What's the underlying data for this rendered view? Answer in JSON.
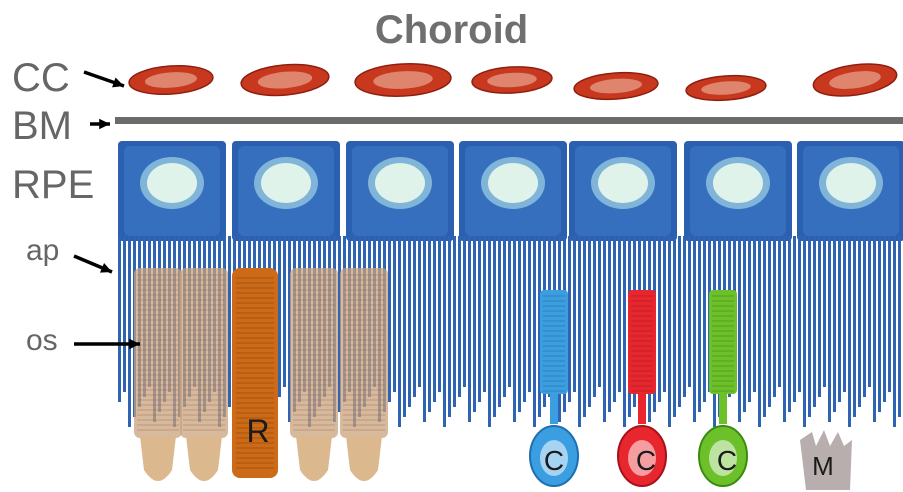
{
  "title": "Choroid",
  "labels": {
    "cc": "CC",
    "bm": "BM",
    "rpe": "RPE",
    "ap": "ap",
    "os": "os"
  },
  "photoreceptors": {
    "rod": "R",
    "cone_blue": "C",
    "cone_red": "C",
    "cone_green": "C",
    "muller": "M"
  },
  "colors": {
    "capillary": "#c8381f",
    "bruchs_membrane": "#6b6b6b",
    "rpe": "#2b5fb0",
    "rpe_nucleus": "#dff3ea",
    "rod_faded": "#c9a27e",
    "rod_highlight": "#cc6a17",
    "cone_blue": "#3a9ee0",
    "cone_red": "#e8262e",
    "cone_green": "#6cc12a",
    "muller": "#b8aeae",
    "label_text": "#666666"
  }
}
